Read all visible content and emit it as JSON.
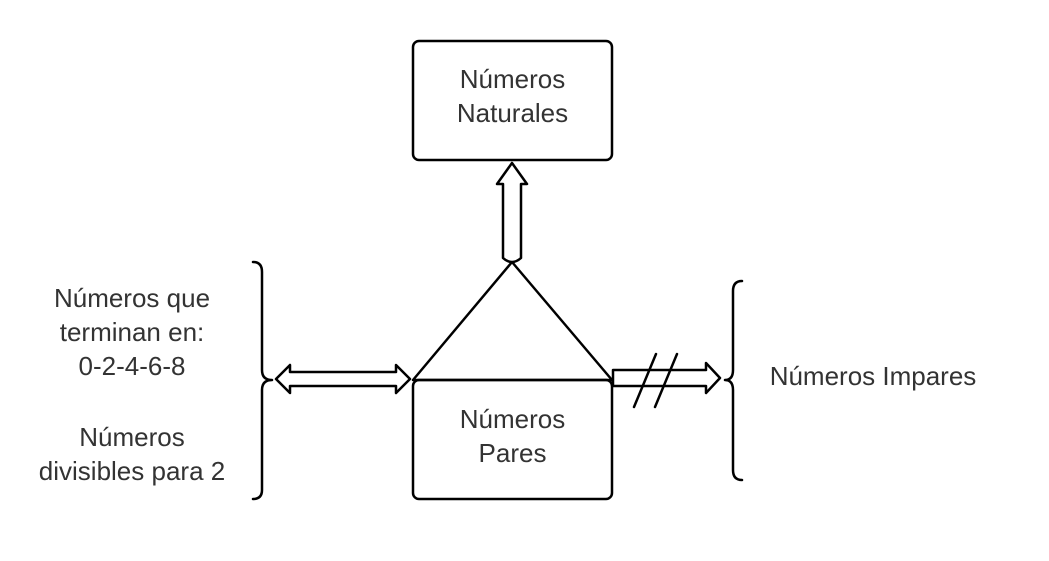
{
  "nodes": {
    "naturales": {
      "line1": "Números",
      "line2": "Naturales"
    },
    "pares": {
      "line1": "Números",
      "line2": "Pares"
    }
  },
  "left_notes": {
    "terminan": {
      "line1": "Números que",
      "line2": "terminan en:",
      "line3": "0-2-4-6-8"
    },
    "divisibles": {
      "line1": "Números",
      "line2": "divisibles para 2"
    }
  },
  "right_note": {
    "text": "Números Impares"
  },
  "colors": {
    "stroke": "#000000",
    "text": "#333333",
    "fill": "#ffffff"
  }
}
